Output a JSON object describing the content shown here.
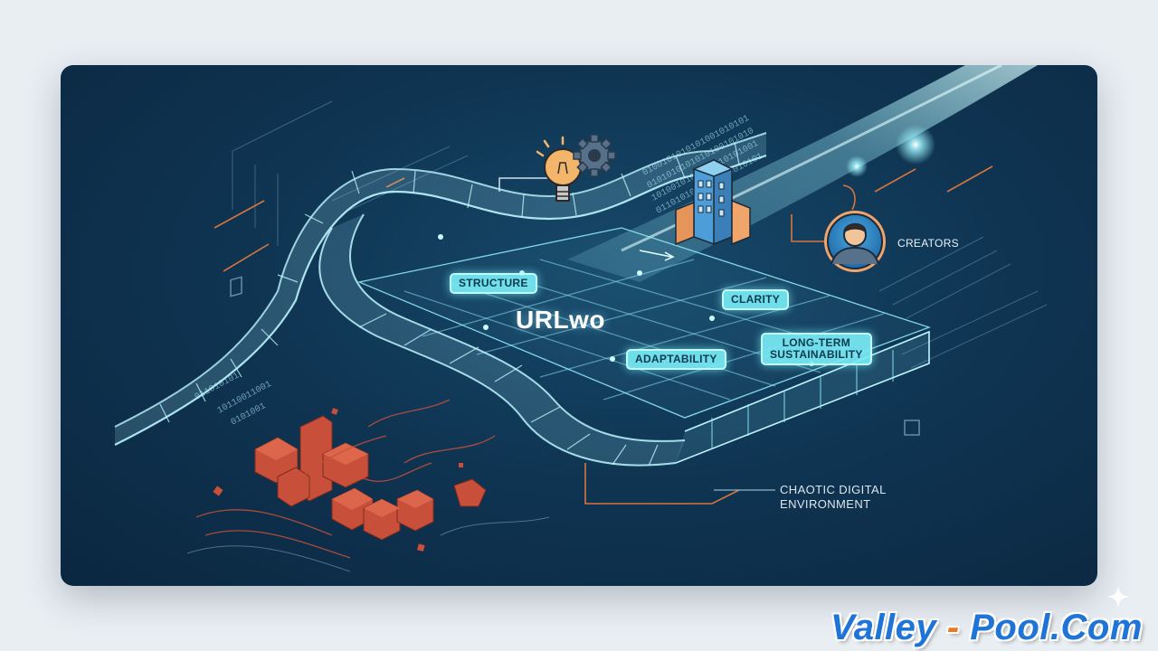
{
  "diagram": {
    "title": "URLwo",
    "labels": {
      "structure": "STRUCTURE",
      "clarity": "CLARITY",
      "adaptability": "ADAPTABILITY",
      "long_term_line1": "LONG-TERM",
      "long_term_line2": "SUSTAINABILITY"
    },
    "creators": "CREATORS",
    "chaotic_line1": "CHAOTIC DIGITAL",
    "chaotic_line2": "ENVIRONMENT",
    "binary_top_1": "0100101010101001010101",
    "binary_top_2": "0101010101010100101010",
    "binary_top_3": "1010010101010010101001",
    "binary_top_4": "0110101010101010010101",
    "binary_left_1": "011010101",
    "binary_left_2": "10110011001",
    "binary_left_3": "0101001",
    "icons": [
      "lightbulb-icon",
      "gear-icon",
      "buildings-icon",
      "creator-avatar-icon"
    ],
    "colors": {
      "background": "#0f3553",
      "highway": "#8fe8f3",
      "tag": "#78ebf5",
      "chaos": "#c8503a",
      "accent_orange": "#e0823a"
    }
  },
  "watermark": {
    "part1": "Valley",
    "separator": " - ",
    "part2": "Pool.Com"
  }
}
